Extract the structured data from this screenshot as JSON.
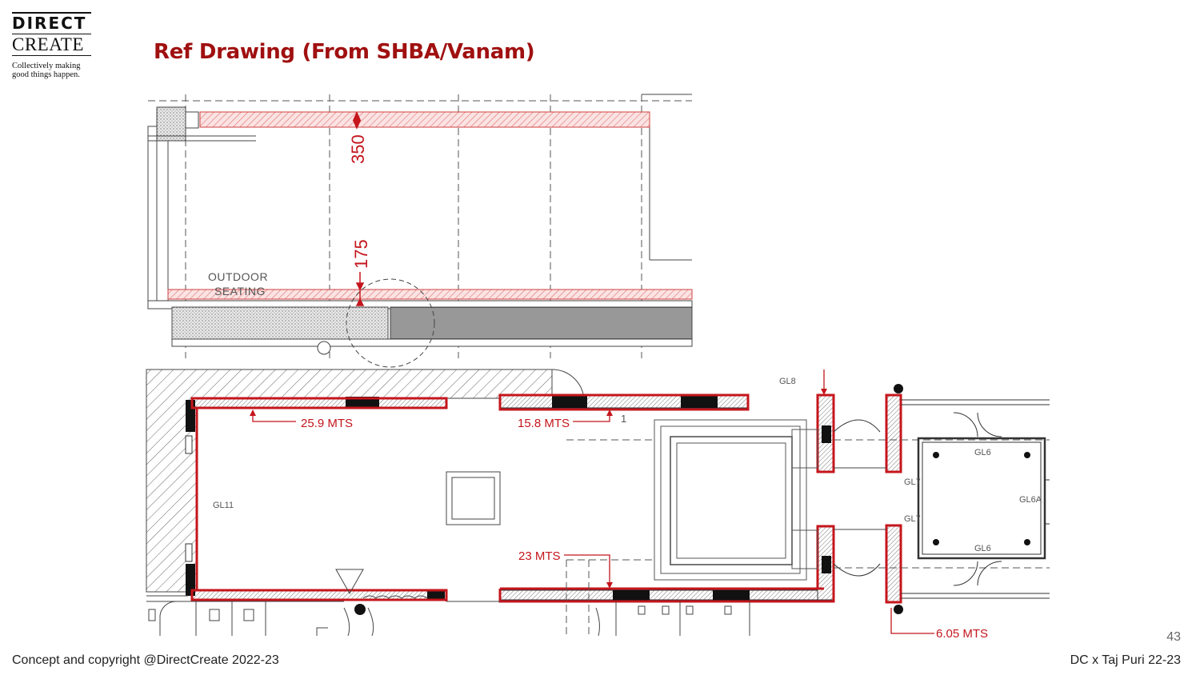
{
  "logo": {
    "line1": "DIRECT",
    "line2": "CREATE",
    "tagline_1": "Collectively making",
    "tagline_2": "good things happen."
  },
  "title": "Ref Drawing (From SHBA/Vanam)",
  "top_drawing": {
    "dim_350": "350",
    "dim_175": "175",
    "label_outdoor": "OUTDOOR",
    "label_seating": "SEATING"
  },
  "bottom_drawing": {
    "dim_25_9": "25.9 MTS",
    "dim_15_8": "15.8 MTS",
    "dim_23": "23 MTS",
    "dim_6_05": "6.05 MTS",
    "mark_1": "1",
    "gl8": "GL8",
    "gl11": "GL11",
    "gl6_top": "GL6",
    "gl6_bottom": "GL6",
    "gl6a": "GL6A",
    "gl7_top": "GL7",
    "gl7_bottom": "GL7"
  },
  "colors": {
    "accent_red": "#c4161c",
    "title_red": "#a01010"
  },
  "footer": {
    "copyright": "Concept and copyright @DirectCreate 2022-23",
    "project": "DC x Taj Puri 22-23",
    "page_number": "43"
  }
}
